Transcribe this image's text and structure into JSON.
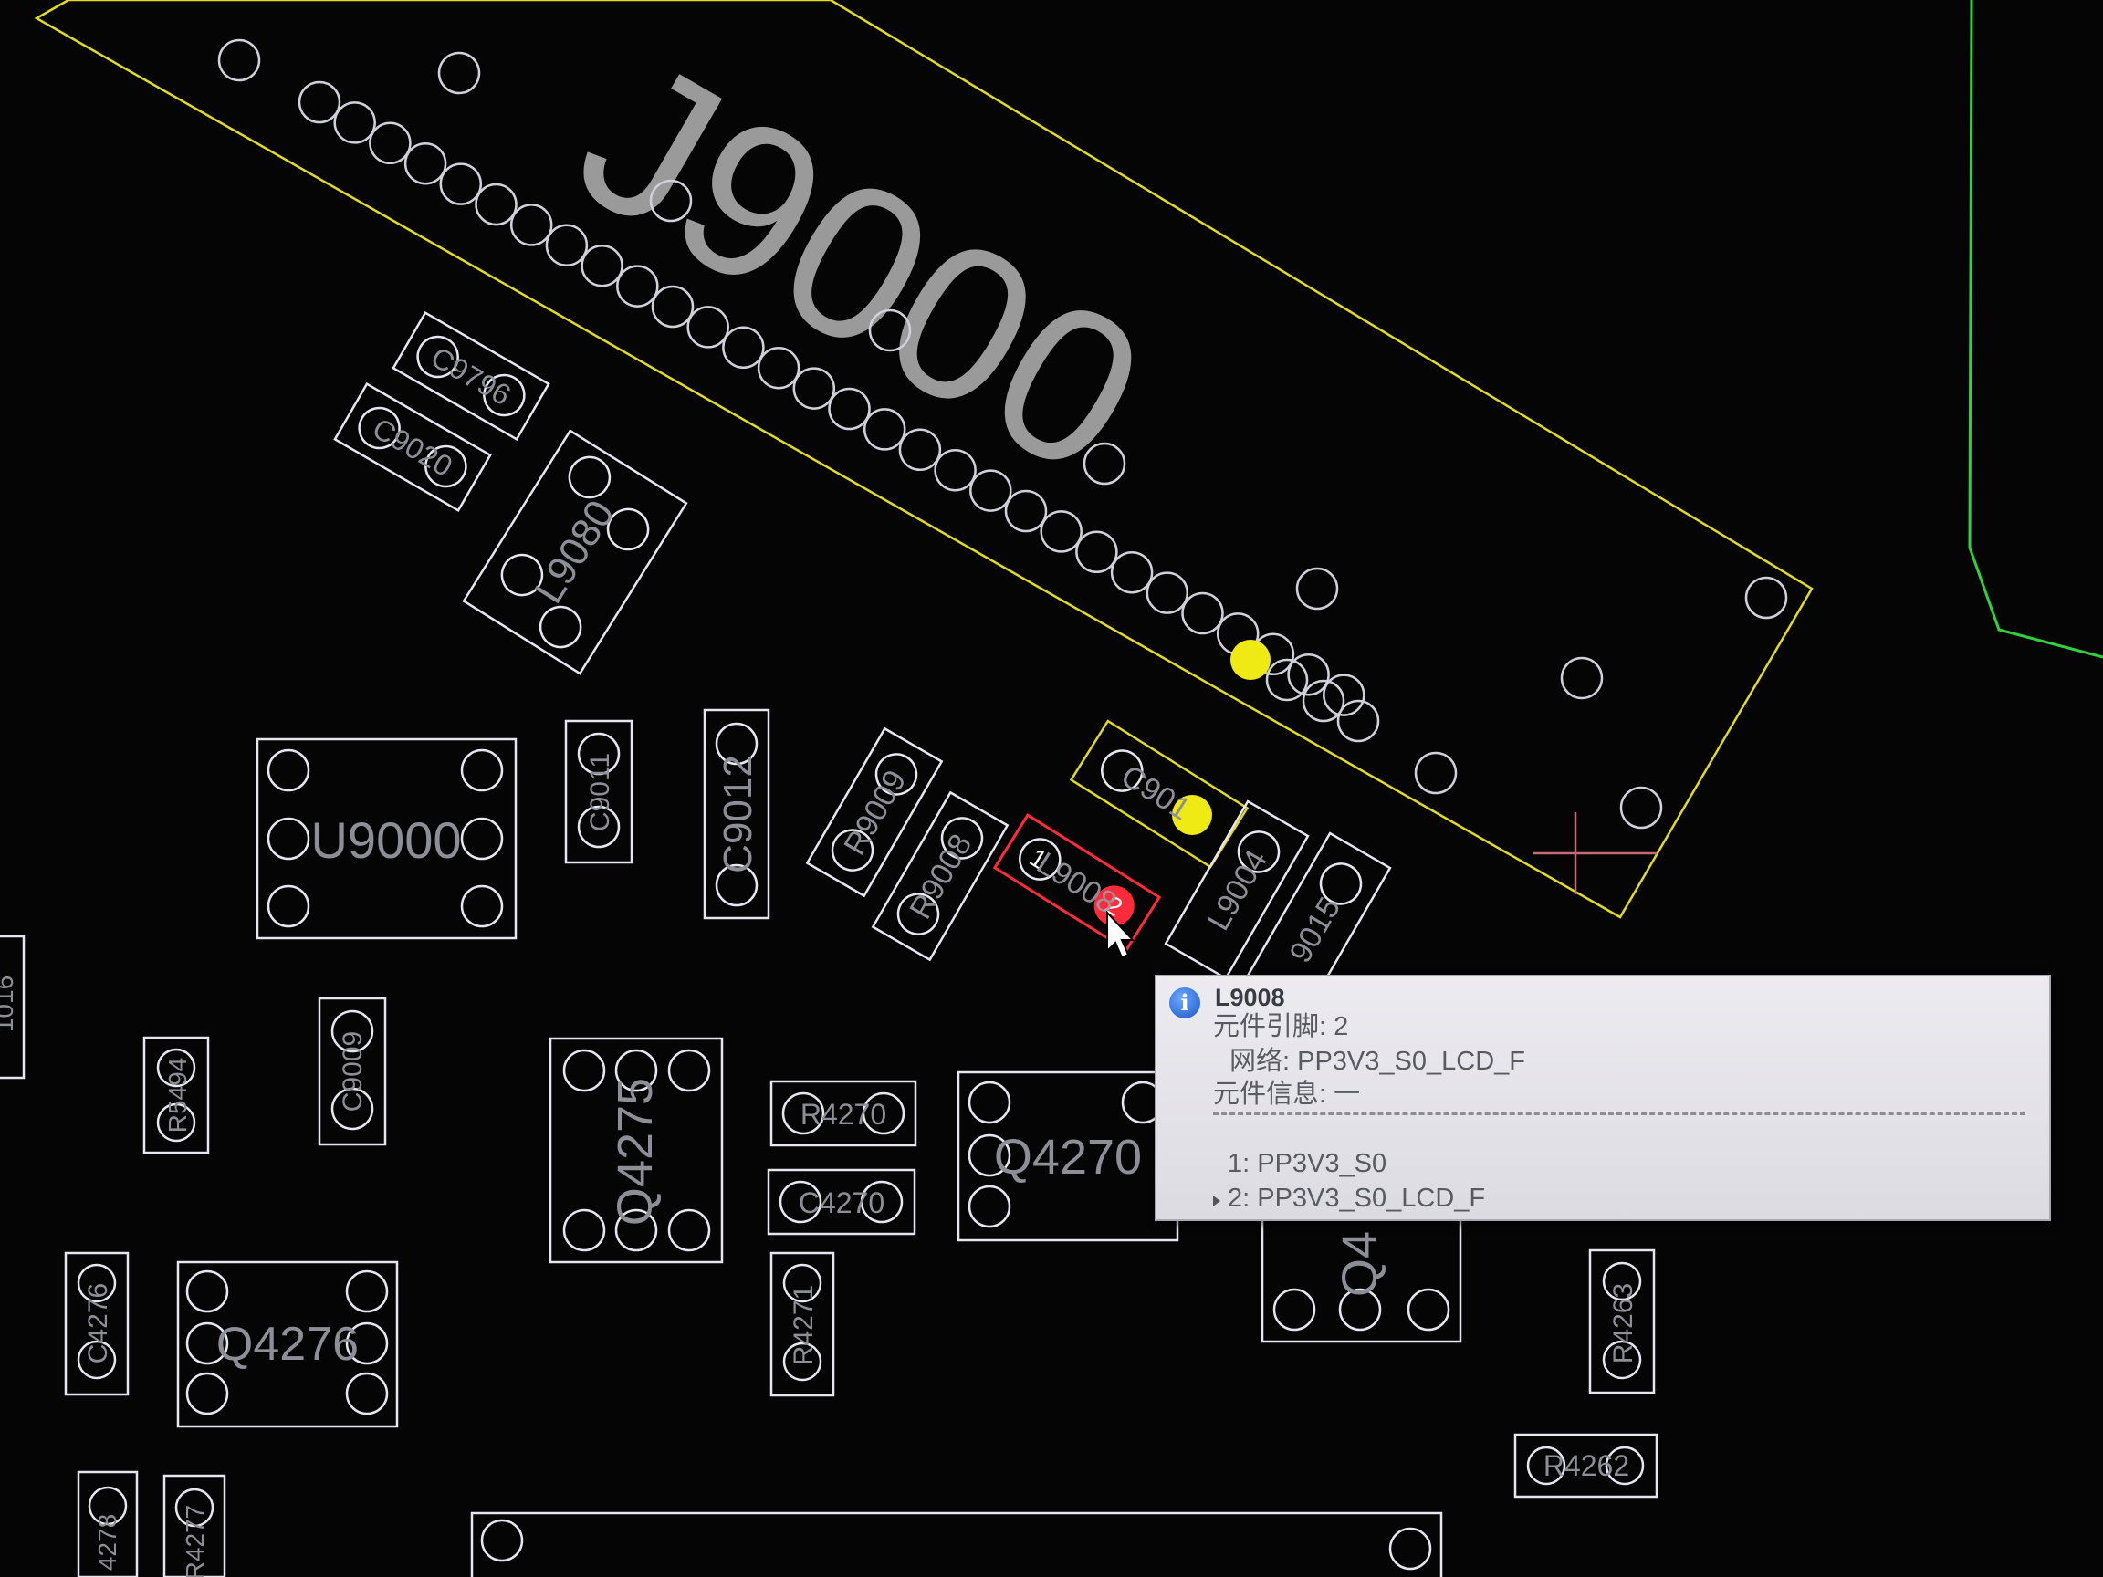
{
  "board": {
    "connector_ref": "J9000",
    "components": [
      {
        "ref": "C9796"
      },
      {
        "ref": "C9020"
      },
      {
        "ref": "L9080"
      },
      {
        "ref": "U9000"
      },
      {
        "ref": "C9011"
      },
      {
        "ref": "C9012"
      },
      {
        "ref": "R9009"
      },
      {
        "ref": "R9008"
      },
      {
        "ref": "L9008"
      },
      {
        "ref": "C901"
      },
      {
        "ref": "L9004"
      },
      {
        "ref": "9015"
      },
      {
        "ref": "R5494"
      },
      {
        "ref": "C9009"
      },
      {
        "ref": "Q4275"
      },
      {
        "ref": "R4270"
      },
      {
        "ref": "C4270"
      },
      {
        "ref": "Q4270"
      },
      {
        "ref": "C4276"
      },
      {
        "ref": "Q4276"
      },
      {
        "ref": "R4271"
      },
      {
        "ref": "Q4"
      },
      {
        "ref": "R4263"
      },
      {
        "ref": "R4262"
      },
      {
        "ref": "4278"
      },
      {
        "ref": "R4277"
      },
      {
        "ref": "1016"
      }
    ],
    "pin_label_1": "1",
    "pin_label_2": "2",
    "colors": {
      "background": "#050505",
      "outline": "#e6e6ee",
      "connector_outline": "#e2dc1a",
      "highlight_pad": "#f0ea14",
      "selected_part": "#ff2a3a",
      "board_edge": "#2fd23a"
    }
  },
  "tooltip": {
    "title": "L9008",
    "pin_line": "元件引脚: 2",
    "net_line": "网络: PP3V3_S0_LCD_F",
    "info_line": "元件信息: 一",
    "pins": [
      {
        "label": "1: PP3V3_S0"
      },
      {
        "label": "2: PP3V3_S0_LCD_F"
      }
    ],
    "icon": "info-icon"
  }
}
